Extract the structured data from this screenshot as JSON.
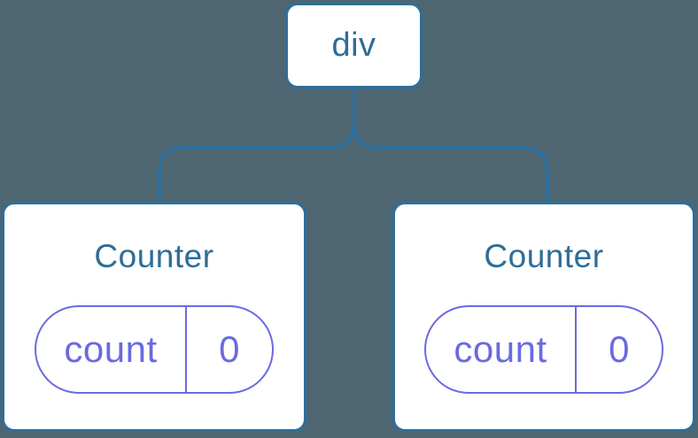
{
  "diagram": {
    "root": {
      "label": "div"
    },
    "children": [
      {
        "title": "Counter",
        "state": {
          "key": "count",
          "value": "0"
        }
      },
      {
        "title": "Counter",
        "state": {
          "key": "count",
          "value": "0"
        }
      }
    ]
  },
  "colors": {
    "background": "#4d6671",
    "node_fill": "#ffffff",
    "node_border": "#2e6e9c",
    "connector": "#2e6e9c",
    "title_text": "#2e6d97",
    "state_accent": "#6a6ae0"
  }
}
